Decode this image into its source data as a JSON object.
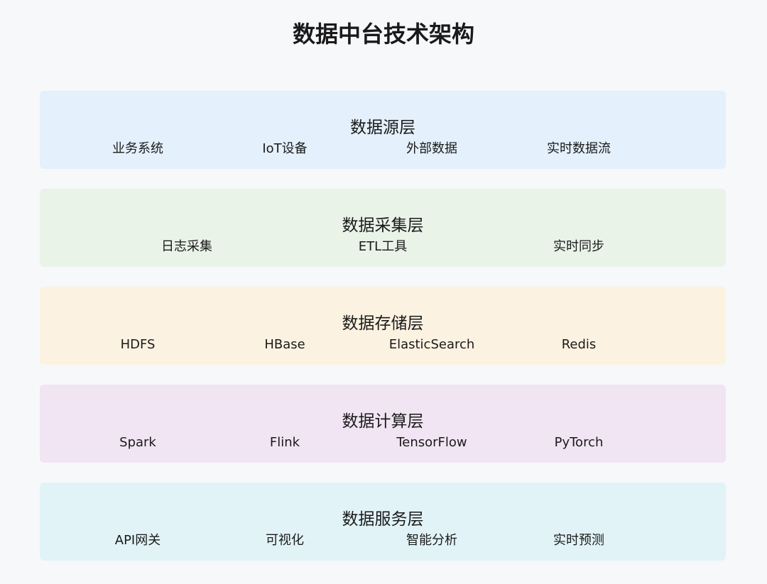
{
  "title": "数据中台技术架构",
  "layers": [
    {
      "name": "数据源层",
      "bg": "#e4f0fb",
      "items": [
        "业务系统",
        "IoT设备",
        "外部数据",
        "实时数据流"
      ]
    },
    {
      "name": "数据采集层",
      "bg": "#e9f3e8",
      "items": [
        "日志采集",
        "ETL工具",
        "实时同步"
      ]
    },
    {
      "name": "数据存储层",
      "bg": "#fcf2e1",
      "items": [
        "HDFS",
        "HBase",
        "ElasticSearch",
        "Redis"
      ]
    },
    {
      "name": "数据计算层",
      "bg": "#f1e4f3",
      "items": [
        "Spark",
        "Flink",
        "TensorFlow",
        "PyTorch"
      ]
    },
    {
      "name": "数据服务层",
      "bg": "#e2f3f8",
      "items": [
        "API网关",
        "可视化",
        "智能分析",
        "实时预测"
      ]
    }
  ]
}
